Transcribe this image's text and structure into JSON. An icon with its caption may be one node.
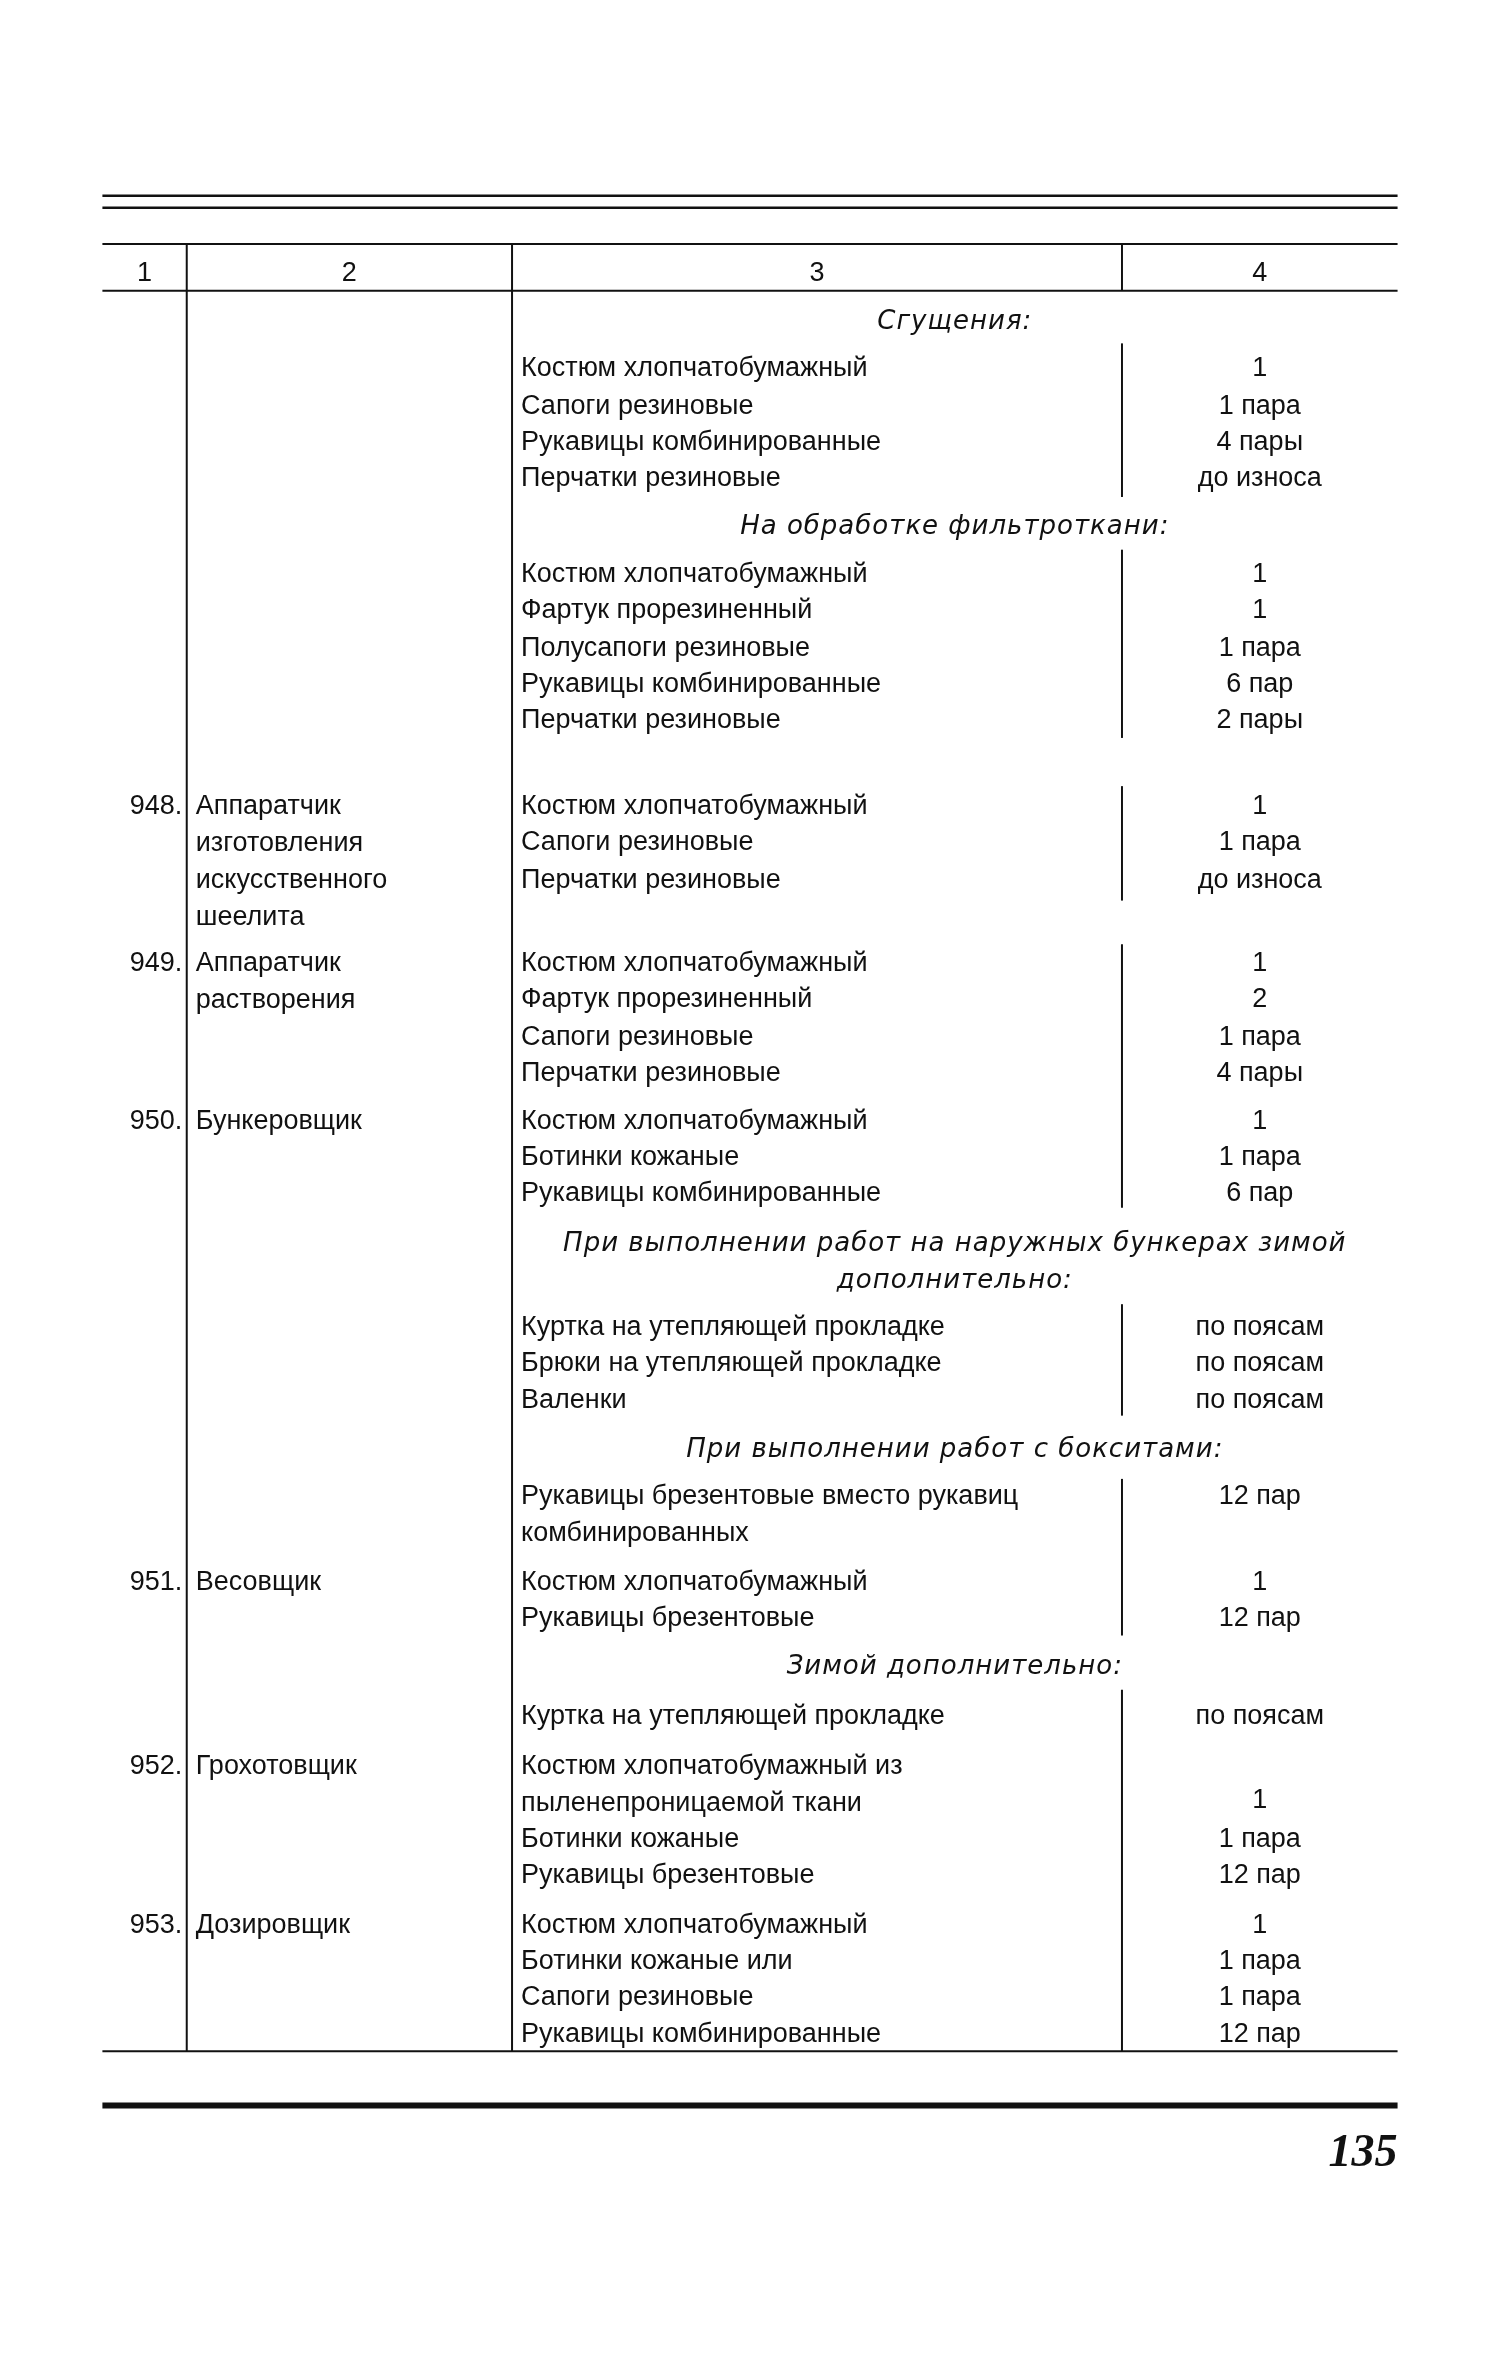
{
  "diagram": {
    "labels": [
      "1",
      "2",
      "3",
      "4",
      "Сгущения:",
      "Костюм хлопчатобумажный",
      "1",
      "Сапоги резиновые",
      "1 пара",
      "Рукавицы комбинированные",
      "4 пары",
      "Перчатки резиновые",
      "до износа",
      "На обработке фильтроткани:",
      "Костюм хлопчатобумажный",
      "1",
      "Фартук прорезиненный",
      "1",
      "Полусапоги резиновые",
      "1 пара",
      "Рукавицы комбинированные",
      "6 пар",
      "Перчатки резиновые",
      "2 пары",
      "948.",
      "Аппаратчик изготовления искусственного шеелита",
      "Костюм хлопчатобумажный",
      "1",
      "Сапоги резиновые",
      "1 пара",
      "Перчатки резиновые",
      "до износа",
      "949.",
      "Аппаратчик растворения",
      "Костюм хлопчатобумажный",
      "1",
      "Фартук прорезиненный",
      "2",
      "Сапоги резиновые",
      "1 пара",
      "Перчатки резиновые",
      "4 пары",
      "950.",
      "Бункеровщик",
      "Костюм хлопчатобумажный",
      "1",
      "Ботинки кожаные",
      "1 пара",
      "Рукавицы комбинированные",
      "6 пар",
      "При выполнении работ на наружных бункерах зимой дополнительно:",
      "Куртка на утепляющей прокладке",
      "по поясам",
      "Брюки на утепляющей прокладке",
      "по поясам",
      "Валенки",
      "по поясам",
      "При выполнении работ с бокситами:",
      "Рукавицы брезентовые вместо рукавиц комбинированных",
      "12 пар",
      "951.",
      "Весовщик",
      "Костюм хлопчатобумажный",
      "1",
      "Рукавицы брезентовые",
      "12 пар",
      "Зимой дополнительно:",
      "Куртка на утепляющей прокладке",
      "по поясам",
      "952.",
      "Грохотовщик",
      "Костюм хлопчатобумажный из пыленепроницаемой ткани",
      "1",
      "Ботинки кожаные",
      "1 пара",
      "Рукавицы брезентовые",
      "12 пар",
      "953.",
      "Дозировщик",
      "Костюм хлопчатобумажный",
      "1",
      "Ботинки кожаные или",
      "1 пара",
      "Сапоги резиновые",
      "1 пара",
      "Рукавицы комбинированные",
      "12 пар",
      "135"
    ]
  }
}
